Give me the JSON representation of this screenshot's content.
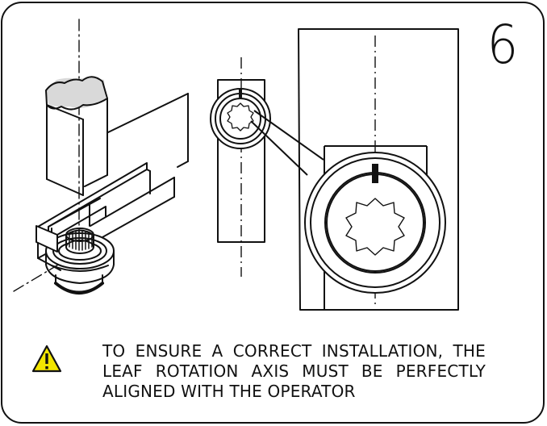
{
  "step": {
    "number": "6"
  },
  "notice": {
    "icon": "warning-icon",
    "icon_color": "#f2e500",
    "lines": [
      "TO ENSURE A CORRECT INSTALLATION, THE",
      "LEAF ROTATION AXIS MUST BE PERFECTLY",
      "ALIGNED WITH THE OPERATOR"
    ]
  },
  "colors": {
    "line": "#111111",
    "background": "#ffffff",
    "wall_top": "#d8d8d8",
    "marker": "#111111"
  }
}
